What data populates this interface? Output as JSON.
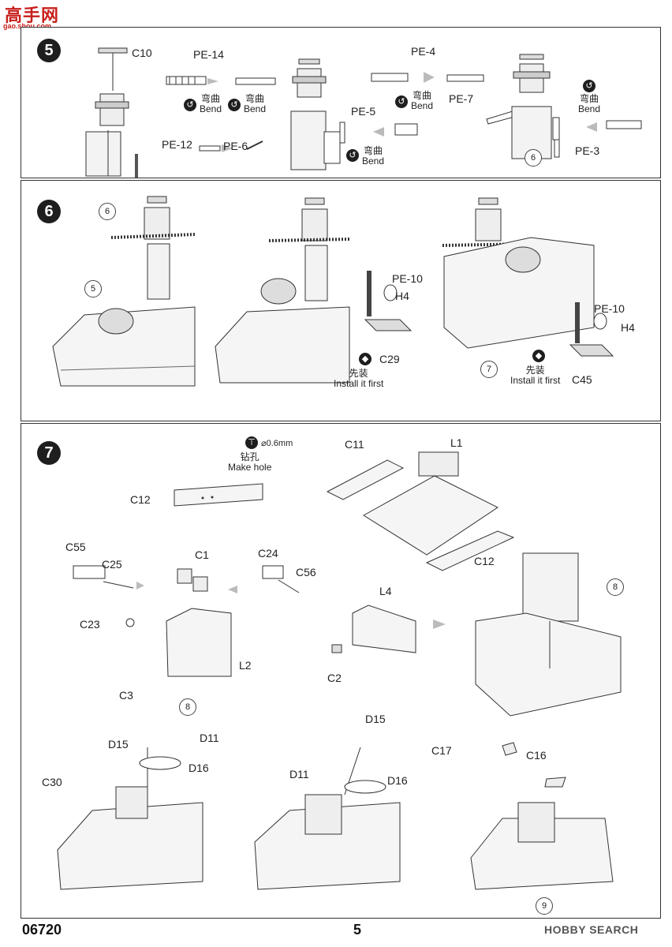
{
  "watermark": {
    "logo": "高手网",
    "url": "gao.shou.com"
  },
  "footer": {
    "code": "06720",
    "page": "5",
    "brand": "HOBBY SEARCH"
  },
  "steps": {
    "s5": {
      "number": "5",
      "labels": {
        "c10": "C10",
        "pe14": "PE-14",
        "pe12": "PE-12",
        "pe6": "PE-6",
        "pe5": "PE-5",
        "pe4": "PE-4",
        "pe7": "PE-7",
        "pe3": "PE-3"
      },
      "bend_cn": "弯曲",
      "bend_en": "Bend",
      "ref": "6"
    },
    "s6": {
      "number": "6",
      "refs": {
        "r6": "6",
        "r5": "5",
        "r7": "7"
      },
      "labels": {
        "pe10a": "PE-10",
        "h4a": "H4",
        "c29": "C29",
        "pe10b": "PE-10",
        "h4b": "H4",
        "c45": "C45"
      },
      "install_cn": "先装",
      "install_en": "Install it first"
    },
    "s7": {
      "number": "7",
      "drill": {
        "size": "0.6mm",
        "cn": "钻孔",
        "en": "Make hole"
      },
      "labels": {
        "c12a": "C12",
        "c11": "C11",
        "l1": "L1",
        "c12b": "C12",
        "c55": "C55",
        "c25": "C25",
        "c1": "C1",
        "c24": "C24",
        "c56": "C56",
        "c23": "C23",
        "l2": "L2",
        "c3": "C3",
        "l4": "L4",
        "c2": "C2",
        "d11a": "D11",
        "d15a": "D15",
        "d16a": "D16",
        "c30": "C30",
        "d15b": "D15",
        "d11b": "D11",
        "d16b": "D16",
        "c17": "C17",
        "c16": "C16"
      },
      "refs": {
        "r8a": "8",
        "r8b": "8",
        "r9": "9"
      }
    }
  }
}
